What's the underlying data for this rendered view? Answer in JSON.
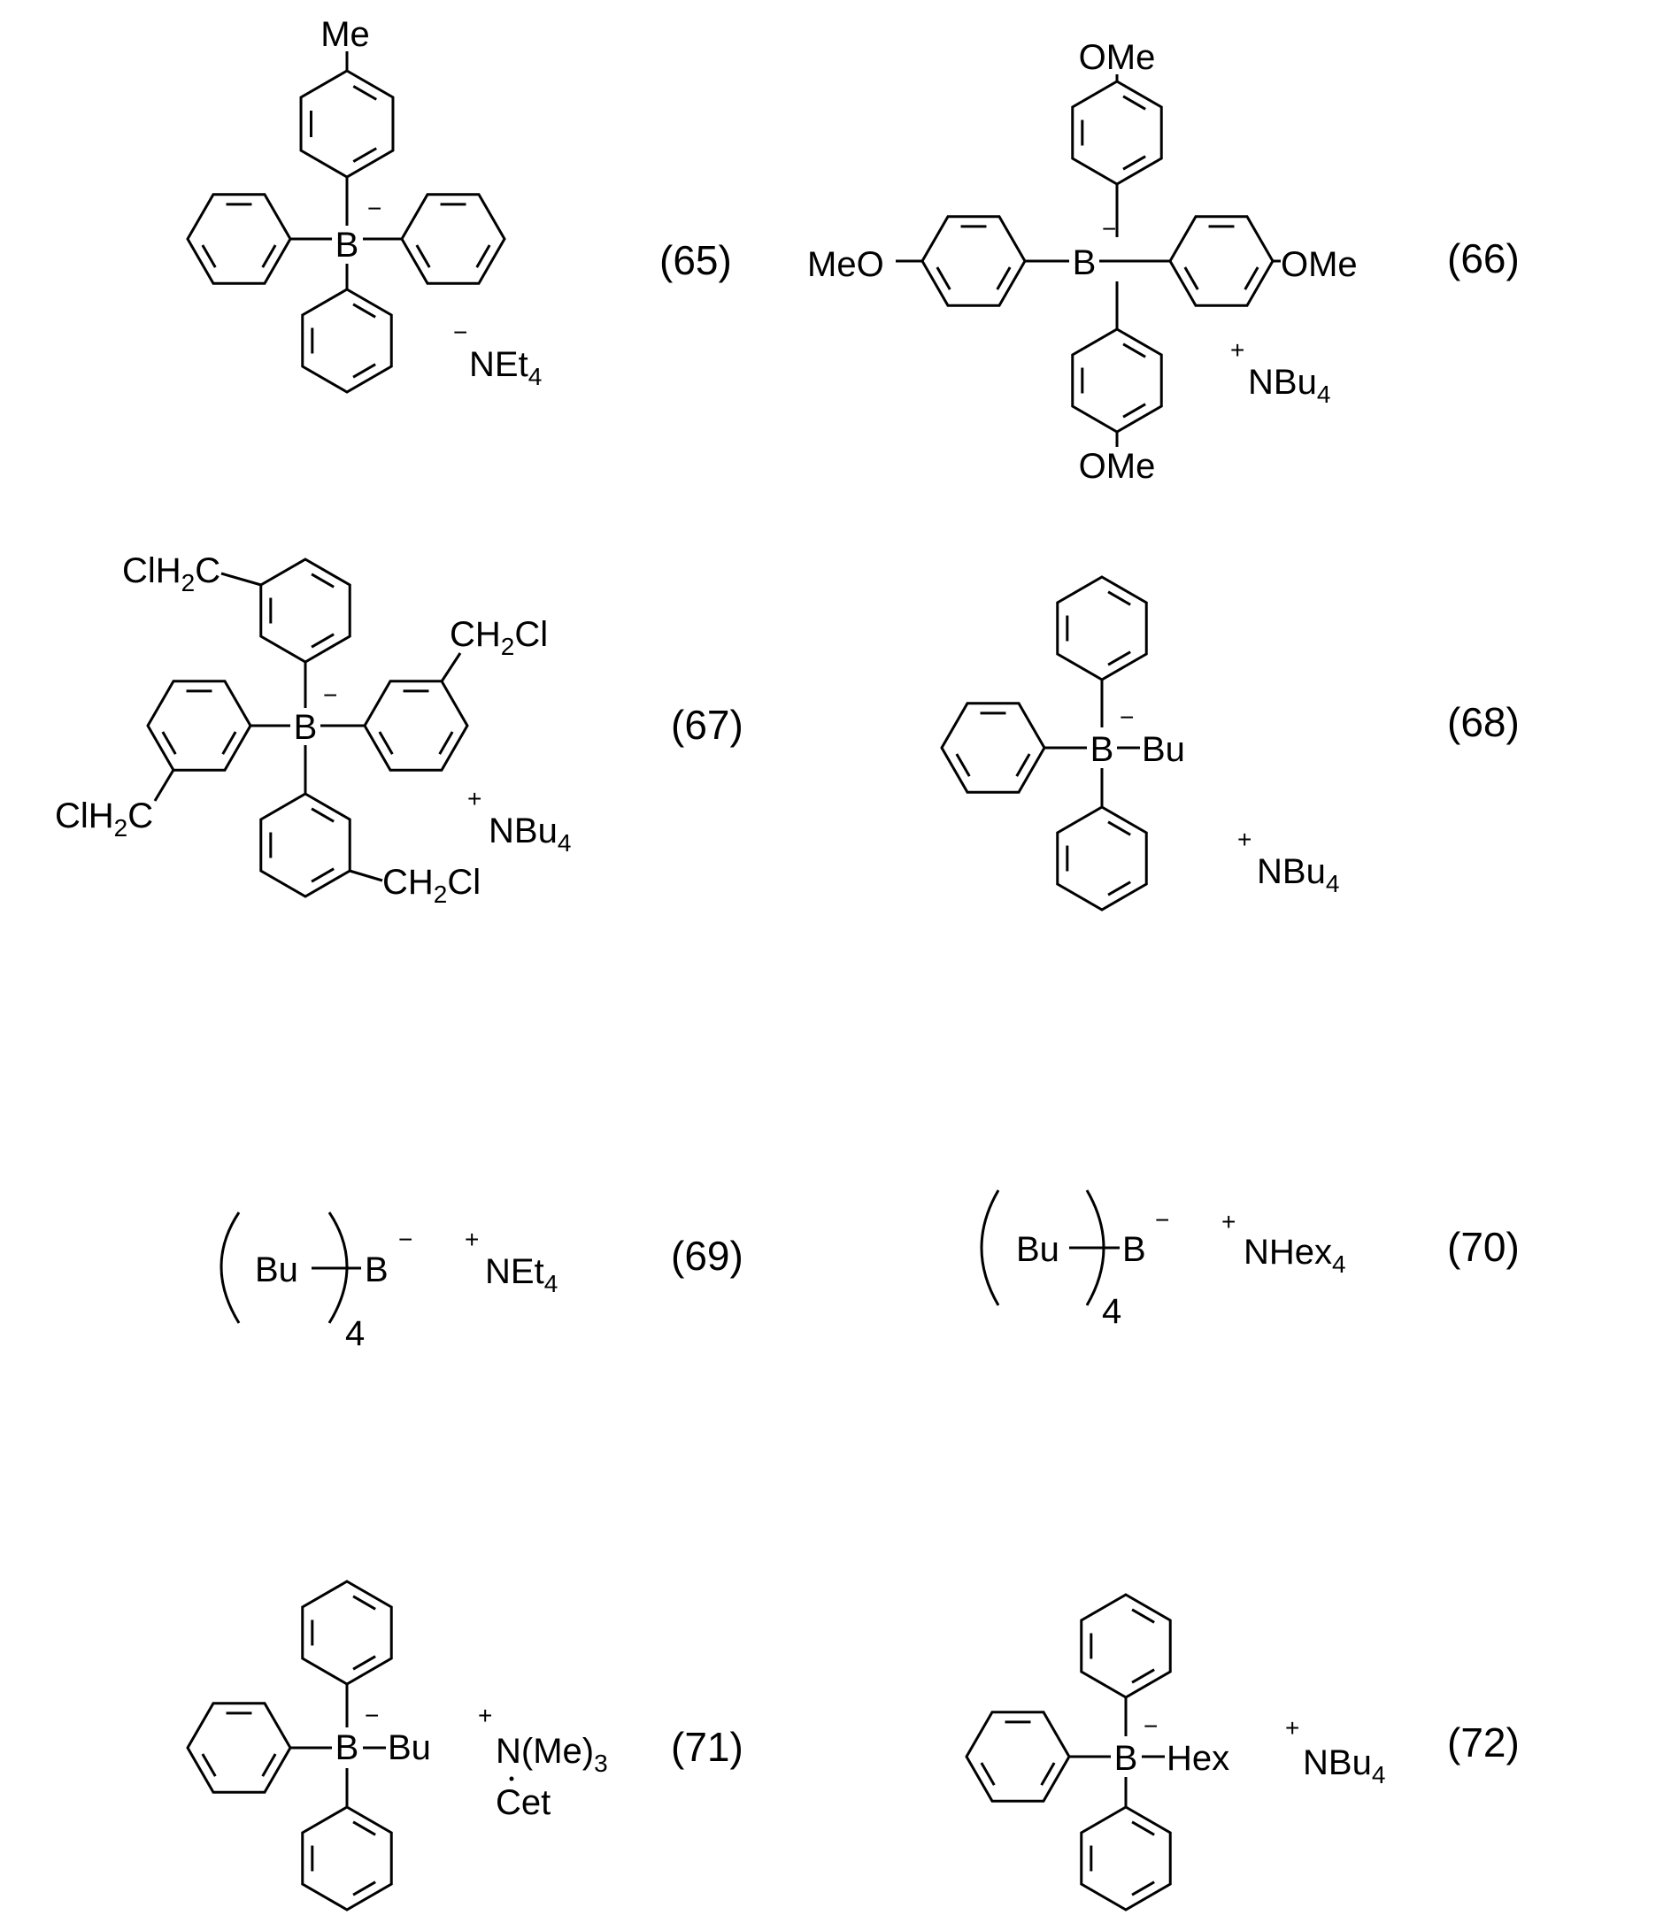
{
  "compounds": [
    {
      "number": "(65)",
      "anion_charge": "−",
      "substituent": "Me",
      "cation_charge": "−",
      "cation": "NEt",
      "cation_sub": "4"
    },
    {
      "number": "(66)",
      "anion_charge": "−",
      "substituent": "OMe",
      "left_substituent": "MeO",
      "cation_charge": "+",
      "cation": "NBu",
      "cation_sub": "4"
    },
    {
      "number": "(67)",
      "anion_charge": "−",
      "substituent_a": "ClH",
      "substituent_a_sub": "2",
      "substituent_a_tail": "C",
      "substituent_b": "CH",
      "substituent_b_sub": "2",
      "substituent_b_tail": "Cl",
      "cation_charge": "+",
      "cation": "NBu",
      "cation_sub": "4"
    },
    {
      "number": "(68)",
      "anion_charge": "−",
      "alkyl": "Bu",
      "cation_charge": "+",
      "cation": "NBu",
      "cation_sub": "4"
    },
    {
      "number": "(69)",
      "alkyl": "Bu",
      "boron": "B",
      "anion_charge": "−",
      "multiplier": "4",
      "cation_charge": "+",
      "cation": "NEt",
      "cation_sub": "4"
    },
    {
      "number": "(70)",
      "alkyl": "Bu",
      "boron": "B",
      "anion_charge": "−",
      "multiplier": "4",
      "cation_charge": "+",
      "cation": "NHex",
      "cation_sub": "4"
    },
    {
      "number": "(71)",
      "anion_charge": "−",
      "alkyl": "Bu",
      "cation_charge": "+",
      "cation": "N(Me)",
      "cation_sub": "3",
      "cation_chain": "Cet"
    },
    {
      "number": "(72)",
      "anion_charge": "−",
      "alkyl": "Hex",
      "cation_charge": "+",
      "cation": "NBu",
      "cation_sub": "4"
    }
  ],
  "boron_symbol": "B"
}
